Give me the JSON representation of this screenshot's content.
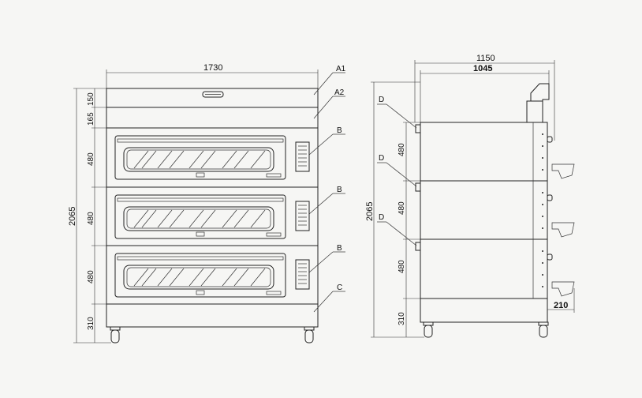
{
  "front_view": {
    "width_label": "1730",
    "height_total": "2065",
    "segment_heights": [
      "150",
      "165",
      "480",
      "480",
      "480",
      "310"
    ],
    "callouts": [
      "A1",
      "A2",
      "B",
      "B",
      "B",
      "C"
    ]
  },
  "side_view": {
    "depth_outer": "1150",
    "depth_inner": "1045",
    "height_total": "2065",
    "segment_heights": [
      "480",
      "480",
      "480",
      "310"
    ],
    "callouts": [
      "D",
      "D",
      "D"
    ],
    "tray_depth": "210"
  }
}
